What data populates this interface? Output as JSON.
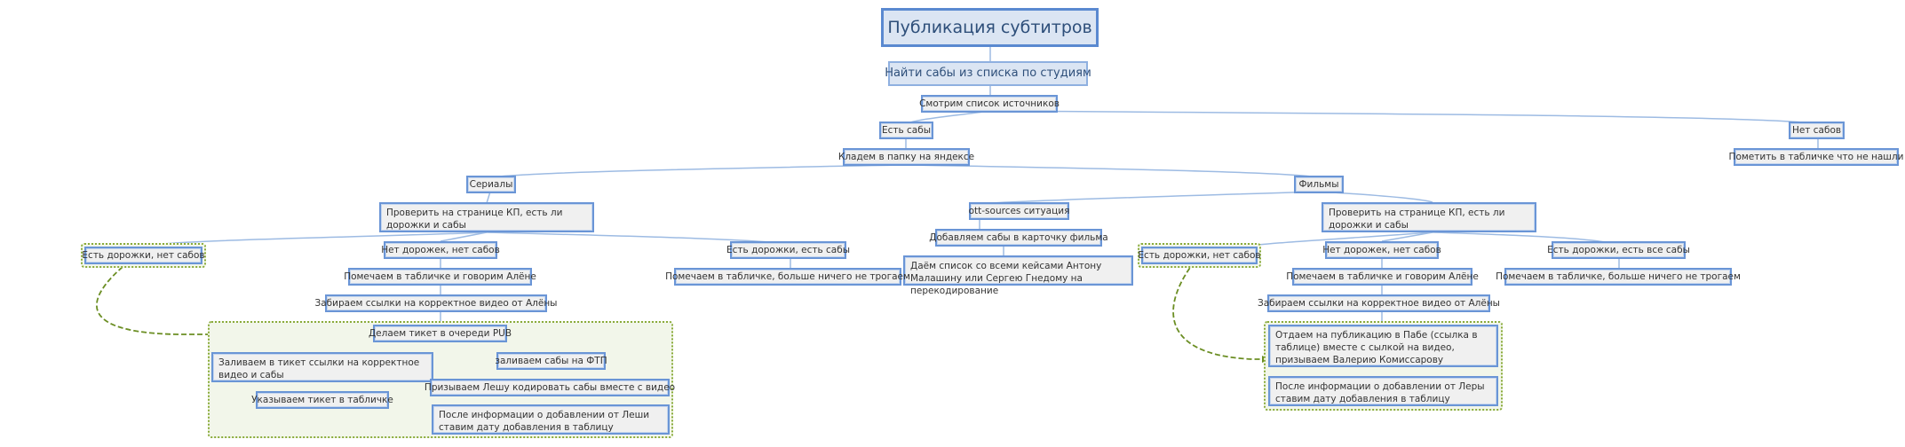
{
  "title": "Публикация субтитров",
  "colors": {
    "node_border": "#6a95d6",
    "node_fill": "#f0f0f0",
    "root_fill": "#dbe5f3",
    "connector": "#9dbbe3",
    "boundary_border": "#8aab3a",
    "boundary_fill": "#f2f6ea",
    "dashed_relation": "#6b8e23"
  },
  "nodes": {
    "root": "Публикация субтитров",
    "find_subs": "Найти сабы из списка по студиям",
    "check_sources": "Смотрим список источников",
    "has_subs": "Есть сабы",
    "no_subs": "Нет сабов",
    "mark_not_found": "Пометить в табличке что не нашли",
    "put_yandex": "Кладем в папку на яндексе",
    "series": "Сериалы",
    "films": "Фильмы",
    "ott": "ott-sources ситуация",
    "add_to_card": "Добавляем сабы в карточку фильма",
    "give_list": "Даём список со всеми кейсами Антону Малашину или Сергею Гнедому на перекодирование",
    "series_check_kp": "Проверить на странице КП, есть ли дорожки и сабы",
    "series_tracks_no_subs": "Есть дорожки, нет сабов",
    "series_no_tracks_no_subs": "Нет дорожек, нет сабов",
    "series_mark_tell_alena": "Помечаем в табличке и говорим Алёне",
    "series_take_links": "Забираем ссылки на корректное видео от Алёны",
    "series_tracks_subs": "Есть дорожки, есть сабы",
    "series_mark_nothing": "Помечаем в табличке, больше ничего не трогаем",
    "make_ticket_pub": "Делаем тикет в очереди PUB",
    "upload_ticket_links": "Заливаем в тикет ссылки на корректное видео и сабы",
    "ticket_in_table": "Указываем тикет в табличке",
    "upload_ftp": "заливаем сабы на ФТП",
    "call_lesha": "Призываем Лешу кодировать сабы вместе с видео",
    "after_lesha": "После информации о добавлении от Леши ставим дату добавления в таблицу",
    "films_check_kp": "Проверить на странице КП, есть ли дорожки и сабы",
    "films_tracks_no_subs": "Есть дорожки, нет сабов",
    "films_no_tracks_no_subs": "Нет дорожек, нет сабов",
    "films_mark_tell_alena": "Помечаем в табличке и говорим Алёне",
    "films_take_links": "Забираем ссылки на корректное видео от Алёны",
    "films_tracks_all_subs": "Есть дорожки, есть все сабы",
    "films_mark_nothing": "Помечаем в табличке, больше ничего не трогаем",
    "give_pabe": "Отдаем на публикацию в Пабе (ссылка в таблице) вместе с сылкой на видео, призываем Валерию Комиссарову",
    "after_lera": "После информации о добавлении от Леры ставим дату добавления в таблицу"
  }
}
